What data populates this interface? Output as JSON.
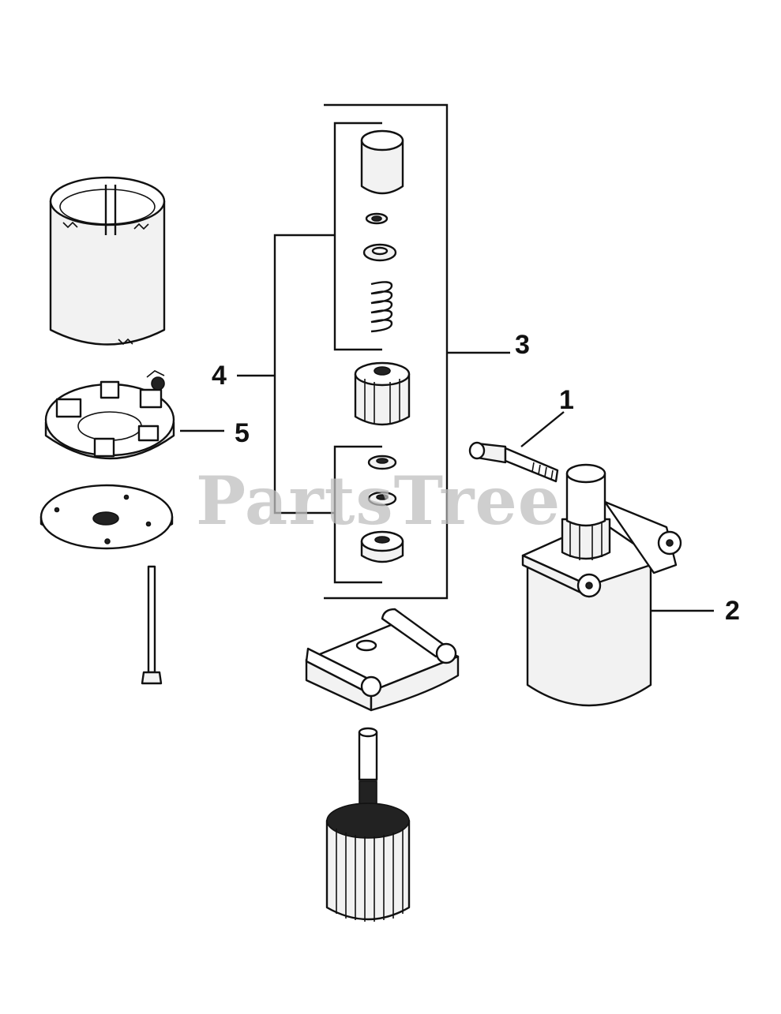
{
  "diagram": {
    "callouts": {
      "c1": "1",
      "c2": "2",
      "c3": "3",
      "c4": "4",
      "c5": "5"
    },
    "watermark": "PartsTree"
  }
}
